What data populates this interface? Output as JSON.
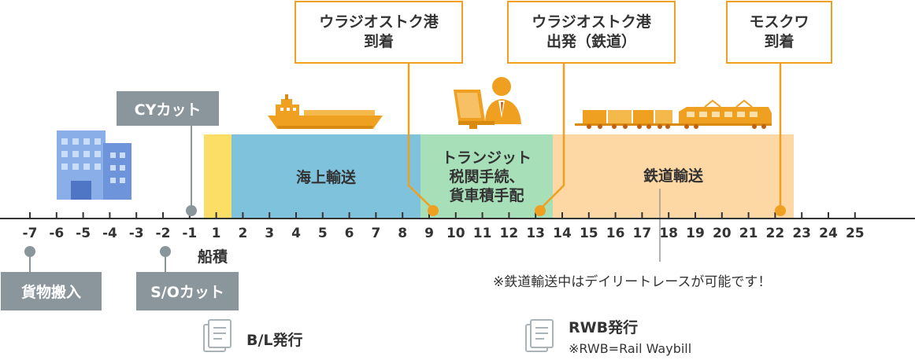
{
  "colors": {
    "orange": "#f0a020",
    "gray_box": "#8a969c",
    "loading": "#fcdd66",
    "sea": "#7fc2dc",
    "transit": "#a7e0b8",
    "rail": "#fdd8a4",
    "axis": "#333333",
    "leader_gray": "#999999"
  },
  "callouts": {
    "vladivostok_arrival": "ウラジオストク港\n到着",
    "vladivostok_departure": "ウラジオストク港\n出発（鉄道）",
    "moscow_arrival": "モスクワ\n到着"
  },
  "labels": {
    "cy_cut": "CYカット",
    "cargo_delivery": "貨物搬入",
    "so_cut": "S/Oカット",
    "loading": "船積"
  },
  "segments": {
    "sea": "海上輸送",
    "transit": "トランジット\n税関手続、\n貨車積手配",
    "rail": "鉄道輸送"
  },
  "notes": {
    "daily_trace": "※鉄道輸送中はデイリートレースが可能です！",
    "bl_issue": "B/L発行",
    "rwb_issue": "RWB発行",
    "rwb_definition": "※RWB=Rail Waybill"
  },
  "icons": {
    "building": "building-icon",
    "ship": "ship-icon",
    "operator": "operator-icon",
    "train": "train-icon",
    "document": "document-icon"
  },
  "axis": {
    "ticks": [
      "-7",
      "-6",
      "-5",
      "-4",
      "-3",
      "-2",
      "-1",
      "1",
      "2",
      "3",
      "4",
      "5",
      "6",
      "7",
      "8",
      "9",
      "10",
      "11",
      "12",
      "13",
      "14",
      "15",
      "16",
      "17",
      "18",
      "19",
      "20",
      "21",
      "22",
      "23",
      "24",
      "25"
    ]
  }
}
